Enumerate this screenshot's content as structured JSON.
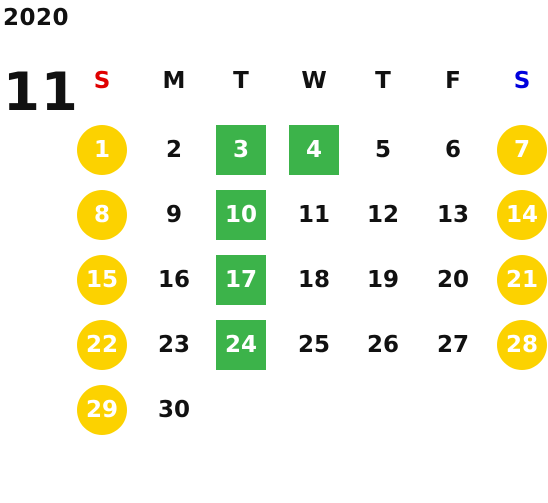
{
  "calendar": {
    "year": "2020",
    "month": "11",
    "weekdays": [
      {
        "label": "S",
        "color": "#e00000"
      },
      {
        "label": "M",
        "color": "#111111"
      },
      {
        "label": "T",
        "color": "#111111"
      },
      {
        "label": "W",
        "color": "#111111"
      },
      {
        "label": "T",
        "color": "#111111"
      },
      {
        "label": "F",
        "color": "#111111"
      },
      {
        "label": "S",
        "color": "#0000dd"
      }
    ],
    "colors": {
      "weekend_highlight": "#fcd200",
      "marked_highlight": "#3cb34a",
      "text": "#111111"
    },
    "weeks": [
      [
        {
          "day": "1",
          "mark": "weekend"
        },
        {
          "day": "2",
          "mark": ""
        },
        {
          "day": "3",
          "mark": "marked"
        },
        {
          "day": "4",
          "mark": "marked"
        },
        {
          "day": "5",
          "mark": ""
        },
        {
          "day": "6",
          "mark": ""
        },
        {
          "day": "7",
          "mark": "weekend"
        }
      ],
      [
        {
          "day": "8",
          "mark": "weekend"
        },
        {
          "day": "9",
          "mark": ""
        },
        {
          "day": "10",
          "mark": "marked"
        },
        {
          "day": "11",
          "mark": ""
        },
        {
          "day": "12",
          "mark": ""
        },
        {
          "day": "13",
          "mark": ""
        },
        {
          "day": "14",
          "mark": "weekend"
        }
      ],
      [
        {
          "day": "15",
          "mark": "weekend"
        },
        {
          "day": "16",
          "mark": ""
        },
        {
          "day": "17",
          "mark": "marked"
        },
        {
          "day": "18",
          "mark": ""
        },
        {
          "day": "19",
          "mark": ""
        },
        {
          "day": "20",
          "mark": ""
        },
        {
          "day": "21",
          "mark": "weekend"
        }
      ],
      [
        {
          "day": "22",
          "mark": "weekend"
        },
        {
          "day": "23",
          "mark": ""
        },
        {
          "day": "24",
          "mark": "marked"
        },
        {
          "day": "25",
          "mark": ""
        },
        {
          "day": "26",
          "mark": ""
        },
        {
          "day": "27",
          "mark": ""
        },
        {
          "day": "28",
          "mark": "weekend"
        }
      ],
      [
        {
          "day": "29",
          "mark": "weekend"
        },
        {
          "day": "30",
          "mark": ""
        }
      ]
    ]
  }
}
